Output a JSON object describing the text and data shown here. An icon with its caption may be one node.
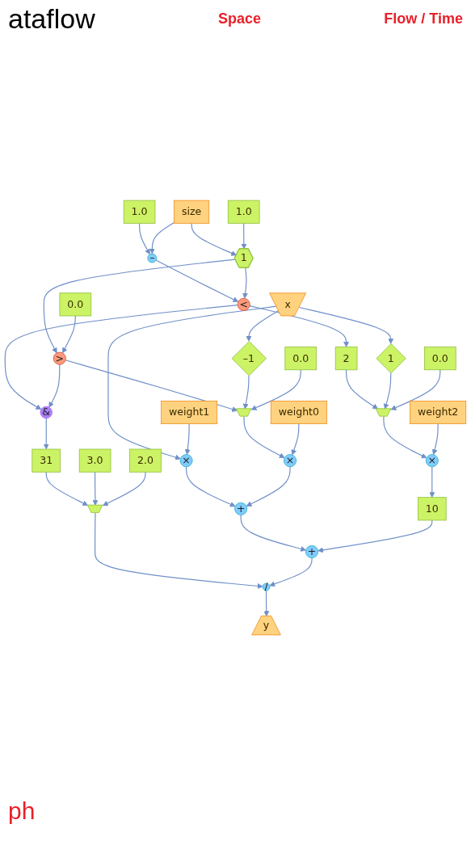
{
  "diagram": {
    "nodes": [
      {
        "text": [
          "1.0"
        ]
      },
      {
        "text": [
          "size"
        ]
      },
      {
        "text": [
          "1.0"
        ]
      },
      {
        "text": [
          "x"
        ]
      },
      {
        "text": [
          "weight1"
        ]
      },
      {
        "text": [
          "–"
        ]
      },
      {
        "text": [
          "1"
        ]
      },
      {
        "text": [
          "0.0"
        ]
      },
      {
        "text": [
          "–1"
        ]
      },
      {
        "text": [
          "1"
        ]
      },
      {
        "text": [
          "×"
        ]
      },
      {
        "text": [
          "<"
        ]
      },
      {
        "text": [
          ">"
        ]
      },
      {
        "text": [
          "0.0"
        ]
      },
      {
        "text": [
          "2"
        ]
      },
      {
        "text": [
          "&"
        ]
      },
      {
        "text": [],
        "shape": "trapezoid"
      },
      {
        "text": [
          "weight0"
        ]
      },
      {
        "text": [
          "0.0"
        ]
      },
      {
        "text": [
          "31"
        ]
      },
      {
        "text": [
          "3.0"
        ]
      },
      {
        "text": [
          "2.0"
        ]
      },
      {
        "text": [
          "×"
        ]
      },
      {
        "text": [],
        "shape": "trapezoid"
      },
      {
        "text": [
          "weight2"
        ]
      },
      {
        "text": [],
        "shape": "trapezoid"
      },
      {
        "text": [
          "+"
        ]
      },
      {
        "text": [
          "×"
        ]
      },
      {
        "text": [
          "10"
        ]
      },
      {
        "text": [
          "+"
        ]
      },
      {
        "text": [
          "/"
        ]
      },
      {
        "text": [
          "y"
        ]
      }
    ],
    "edges": [
      {
        "from": 0,
        "to": 5,
        "arrow": "to"
      },
      {
        "from": 1,
        "to": 5,
        "arrow": "to"
      },
      {
        "from": 1,
        "to": 6,
        "arrow": "to"
      },
      {
        "from": 2,
        "to": 6,
        "arrow": "to"
      },
      {
        "from": 3,
        "to": 8,
        "arrow": "to"
      },
      {
        "from": 3,
        "to": 9,
        "arrow": "to"
      },
      {
        "from": 3,
        "to": 10,
        "arrow": "to"
      },
      {
        "from": 4,
        "to": 10,
        "arrow": "to"
      },
      {
        "from": 5,
        "to": 11,
        "arrow": "to"
      },
      {
        "from": 6,
        "to": 11,
        "arrow": "to"
      },
      {
        "from": 6,
        "to": 12,
        "arrow": "to"
      },
      {
        "from": 7,
        "to": 12,
        "arrow": "to"
      },
      {
        "from": 11,
        "to": 14,
        "arrow": "to"
      },
      {
        "from": 11,
        "to": 15,
        "arrow": "to"
      },
      {
        "from": 12,
        "to": 15,
        "arrow": "to"
      },
      {
        "from": 12,
        "to": 16,
        "arrow": "to"
      },
      {
        "from": 8,
        "to": 16,
        "arrow": "to"
      },
      {
        "from": 13,
        "to": 16,
        "arrow": "to"
      },
      {
        "from": 16,
        "to": 22,
        "arrow": "to"
      },
      {
        "from": 17,
        "to": 22,
        "arrow": "to"
      },
      {
        "from": 14,
        "to": 23,
        "arrow": "to"
      },
      {
        "from": 15,
        "to": 19,
        "arrow": "to"
      },
      {
        "from": 9,
        "to": 23,
        "arrow": "to"
      },
      {
        "from": 18,
        "to": 23,
        "arrow": "to"
      },
      {
        "from": 10,
        "to": 26,
        "arrow": "to"
      },
      {
        "from": 22,
        "to": 26,
        "arrow": "to"
      },
      {
        "from": 23,
        "to": 27,
        "arrow": "to"
      },
      {
        "from": 24,
        "to": 27,
        "arrow": "to"
      },
      {
        "from": 19,
        "to": 25,
        "arrow": "to"
      },
      {
        "from": 20,
        "to": 25,
        "arrow": "to"
      },
      {
        "from": 21,
        "to": 25,
        "arrow": "to"
      },
      {
        "from": 26,
        "to": 29,
        "arrow": "to"
      },
      {
        "from": 27,
        "to": 28,
        "arrow": "to"
      },
      {
        "from": 28,
        "to": 29,
        "arrow": "to"
      },
      {
        "from": 25,
        "to": 30,
        "arrow": "to"
      },
      {
        "from": 29,
        "to": 30,
        "arrow": "to"
      },
      {
        "from": 30,
        "to": 31,
        "arrow": "to"
      }
    ],
    "labels": [
      "ataflow",
      "Space",
      "Flow / Time",
      "ph"
    ]
  }
}
